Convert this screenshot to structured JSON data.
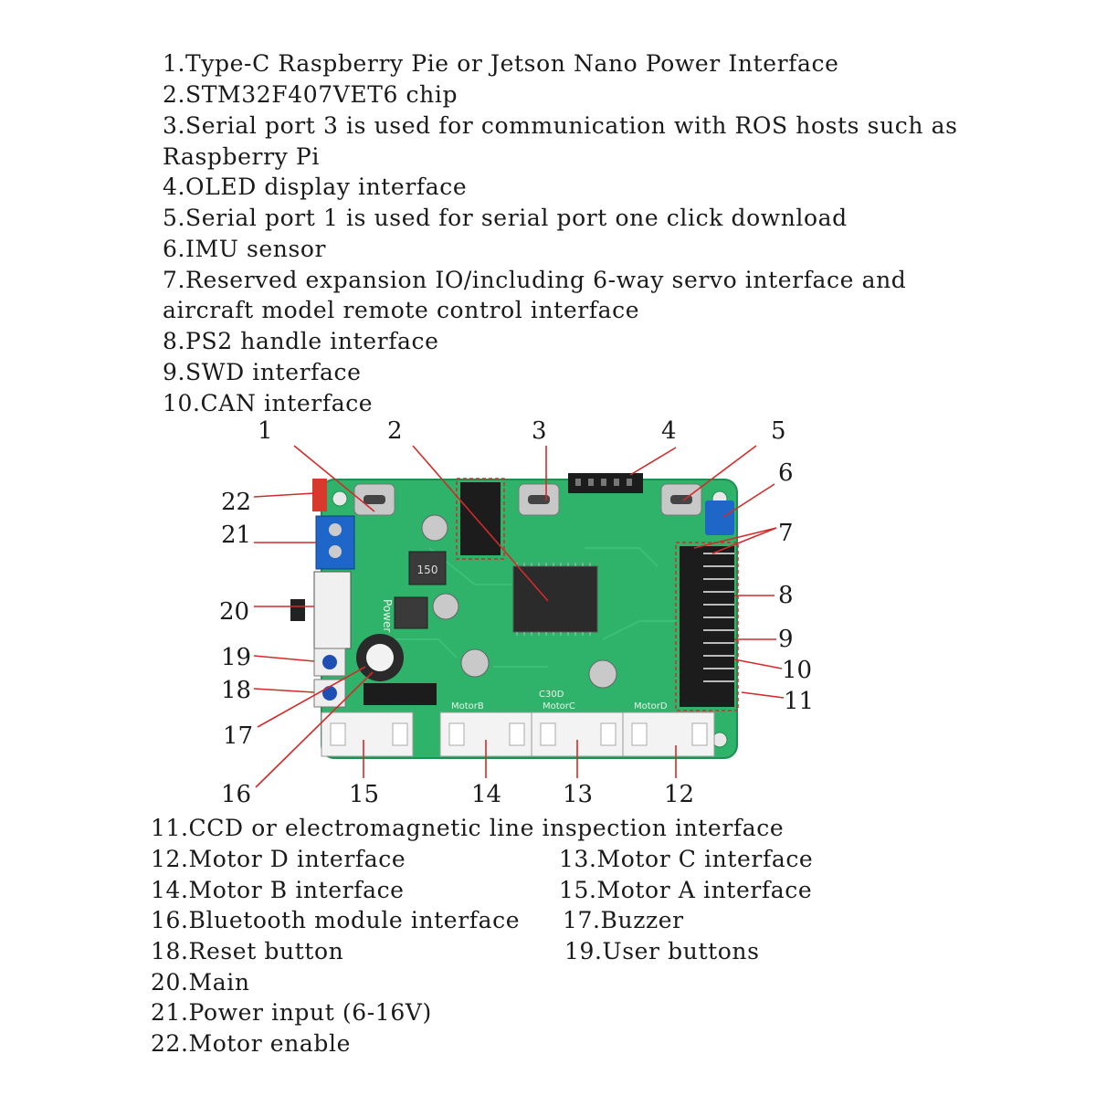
{
  "top_list": [
    "1.Type-C Raspberry Pie or Jetson Nano Power Interface",
    "2.STM32F407VET6 chip",
    "3.Serial port 3 is used for communication with ROS hosts such as",
    "Raspberry Pi",
    "4.OLED display interface",
    "5.Serial port 1 is used for serial port one click download",
    "6.IMU sensor",
    "7.Reserved expansion IO/including 6-way servo interface and",
    "aircraft model remote control interface",
    "8.PS2 handle interface",
    "9.SWD interface",
    "10.CAN interface"
  ],
  "bottom_list": {
    "item11": "11.CCD or electromagnetic line inspection interface",
    "item12": "12.Motor D interface",
    "item13": "13.Motor C interface",
    "item14": "14.Motor B interface",
    "item15": "15.Motor A interface",
    "item16": "16.Bluetooth module interface",
    "item17": "17.Buzzer",
    "item18": "18.Reset button",
    "item19": "19.User buttons",
    "item20": "20.Main",
    "item21": "21.Power input (6-16V)",
    "item22": "22.Motor enable"
  },
  "callouts": {
    "n1": "1",
    "n2": "2",
    "n3": "3",
    "n4": "4",
    "n5": "5",
    "n6": "6",
    "n7": "7",
    "n8": "8",
    "n9": "9",
    "n10": "10",
    "n11": "11",
    "n12": "12",
    "n13": "13",
    "n14": "14",
    "n15": "15",
    "n16": "16",
    "n17": "17",
    "n18": "18",
    "n19": "19",
    "n20": "20",
    "n21": "21",
    "n22": "22"
  },
  "board_labels": {
    "power": "Power",
    "c30d": "C30D",
    "motor_b": "MotorB",
    "motor_c": "MotorC",
    "motor_d": "MotorD",
    "inductor": "150"
  },
  "colors": {
    "pcb": "#2fb26a",
    "pcb_dark": "#1f8f50",
    "leader": "#d42a2a",
    "text": "#1a1a1a"
  }
}
